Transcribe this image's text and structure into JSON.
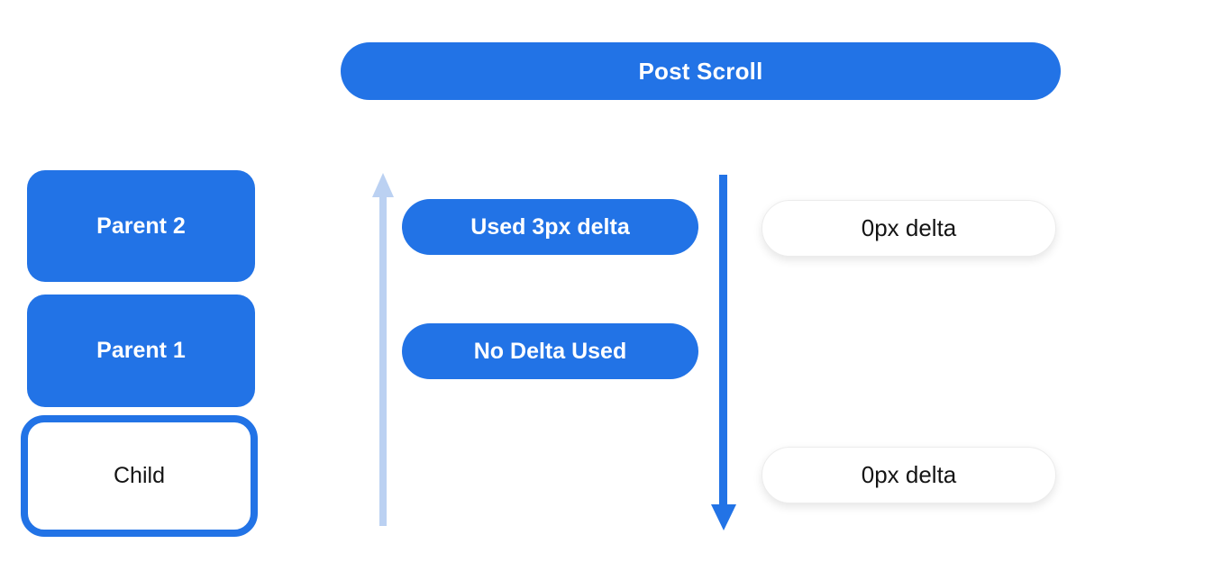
{
  "title_pill": {
    "label": "Post Scroll"
  },
  "widget_stack": [
    {
      "label": "Parent 2",
      "variant": "filled"
    },
    {
      "label": "Parent 1",
      "variant": "filled"
    },
    {
      "label": "Child",
      "variant": "outlined"
    }
  ],
  "scroll_up_lane": {
    "arrow_direction": "up",
    "pills": [
      {
        "label": "Used 3px delta"
      },
      {
        "label": "No Delta Used"
      }
    ]
  },
  "scroll_down_lane": {
    "arrow_direction": "down",
    "pills": [
      {
        "label": "0px delta"
      },
      {
        "label": "0px delta"
      }
    ]
  },
  "colors": {
    "primary_blue": "#2273e6",
    "light_blue": "#bbd1f2",
    "text_dark": "#141414",
    "pill_border": "#ececec",
    "canvas_bg": "#ffffff"
  }
}
